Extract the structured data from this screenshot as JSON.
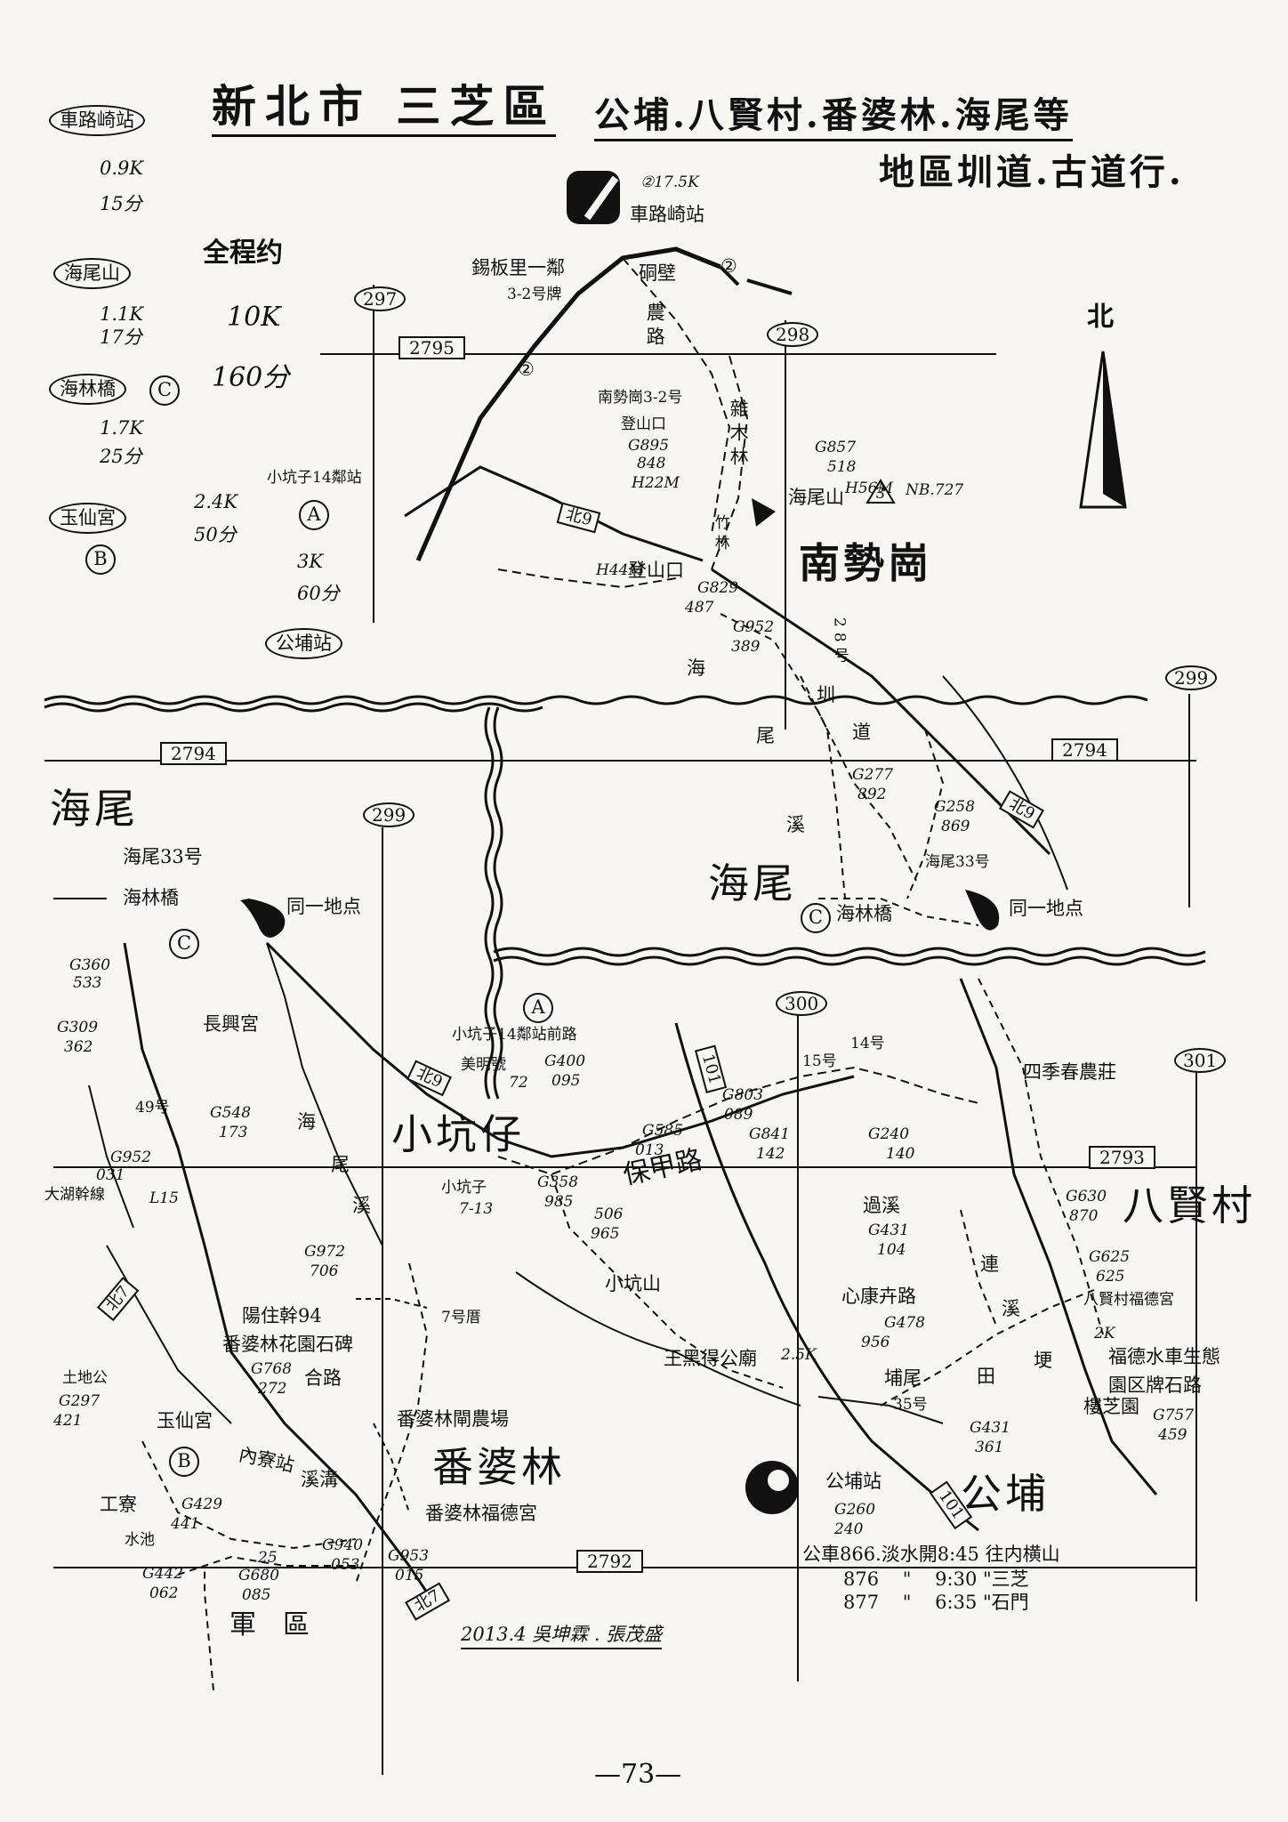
{
  "header": {
    "title": "新北市 三芝區",
    "subtitle_line1": "公埔.八賢村.番婆林.海尾等",
    "subtitle_line2": "地區圳道.古道行."
  },
  "legend": {
    "stop1": "車路崎站",
    "leg1_dist": "0.9K",
    "leg1_time": "15分",
    "stop2": "海尾山",
    "leg2_dist": "1.1K",
    "leg2_time": "17分",
    "stop3": "海林橋",
    "stop3_mark": "C",
    "leg3_dist": "1.7K",
    "leg3_time": "25分",
    "stop4": "玉仙宮",
    "stop4_mark": "B",
    "branch_dist": "2.4K",
    "branch_time": "50分",
    "total_label": "全程约",
    "total_dist": "10K",
    "total_time": "160分",
    "side_stop": "小坑子14鄰站",
    "side_mark": "A",
    "side_dist": "3K",
    "side_time": "60分",
    "side_end": "公埔站",
    "north": "北"
  },
  "grid": {
    "g297": "297",
    "g298": "298",
    "g299a": "299",
    "g299b": "299",
    "g300": "300",
    "g301": "301",
    "r2795": "2795",
    "r2794a": "2794",
    "r2794b": "2794",
    "r2793": "2793",
    "r2792": "2792"
  },
  "inset": {
    "bus_label": "②17.5K",
    "stop_name": "車路崎站",
    "route_no": "②",
    "route_no2": "②",
    "xiban": "錫板里一鄰",
    "xiban_plate": "3-2号牌",
    "dike": "硐壁",
    "farm_road": "農路",
    "trailhead1": "南勢崗3-2号",
    "trailhead1b": "登山口",
    "g895": "G895",
    "g848": "848",
    "h22": "H22M",
    "mixed_forest": "雜木林",
    "g857": "G857",
    "g518": "518",
    "haiwei_shan": "海尾山",
    "h56": "H56M",
    "tri": "3",
    "nb727": "NB.727",
    "bamboo": "竹林",
    "h44": "H44M",
    "trailhead2": "登山口",
    "g829": "G829",
    "g487": "487",
    "g952": "G952",
    "g389": "389",
    "no28": "28号",
    "area_name": "南勢崗",
    "canal1": "海",
    "canal2": "尾",
    "canal3": "圳",
    "canal4": "道",
    "canal5": "溪",
    "g277": "G277",
    "g892": "892",
    "g258": "G258",
    "g869": "869",
    "haiwei33": "海尾33号",
    "river_name": "海尾",
    "bridge_mark": "C",
    "bridge": "海林橋",
    "same_spot": "同一地点",
    "bei9": "北9",
    "bei9b": "北9"
  },
  "main": {
    "region_haiwei": "海尾",
    "haiwei33": "海尾33号",
    "bridge": "海林橋",
    "bridge_mark": "C",
    "same_spot": "同一地点",
    "g360": "G360",
    "g533": "533",
    "g309": "G309",
    "g362": "362",
    "temple1": "長興宮",
    "no49": "49号",
    "g548": "G548",
    "g173": "173",
    "g952": "G952",
    "g031": "031",
    "dahu": "大湖幹線",
    "dahu2": "L15",
    "bei7": "北7",
    "bei7b": "北7",
    "river1": "海",
    "river2": "尾",
    "river3": "溪",
    "village": "小坑仔",
    "stop_mark": "A",
    "stop14": "小坑子14鄰站前路",
    "meiming": "美明號",
    "meiming2": "72",
    "g400": "G400",
    "g095": "095",
    "bei9": "北9",
    "xk713": "小坑子",
    "xk713b": "7-13",
    "g358": "G358",
    "g985": "985",
    "g506": "506",
    "g965": "965",
    "g585": "G585",
    "g013": "013",
    "baojia": "保甲路",
    "xiaokeng_shan": "小坑山",
    "g972": "G972",
    "g706": "706",
    "no7": "7号厝",
    "yangzhu": "陽住幹94",
    "fanpo_garden": "番婆林花園石碑",
    "g768": "G768",
    "g272": "272",
    "hepath": "合路",
    "turnoff": "番婆林閘農場",
    "area_fanpolin": "番婆林",
    "fude": "番婆林福德宮",
    "tudi": "土地公",
    "g297": "G297",
    "g421": "421",
    "yuxian": "玉仙宮",
    "yuxian_mark": "B",
    "neipo": "內寮站",
    "creek": "溪溝",
    "gongliao": "工寮",
    "shuichi": "水池",
    "g429": "G429",
    "g441": "441",
    "no25": "25",
    "g442": "G442",
    "g062": "062",
    "g680": "G680",
    "g085": "085",
    "g940": "G940",
    "g053": "053",
    "g953": "G953",
    "g015": "015",
    "military": "軍區",
    "wangmei": "王黑得公廟",
    "k25": "2.5K",
    "r101": "101",
    "r101b": "101",
    "no15": "15号",
    "no14": "14号",
    "g803": "G803",
    "g089": "089",
    "g841": "G841",
    "g142": "142",
    "g240": "G240",
    "g140": "140",
    "siji": "四季春農莊",
    "guoxi": "過溪",
    "g431a": "G431",
    "g104": "104",
    "xinkang": "心康卉路",
    "g478": "G478",
    "g956": "956",
    "lianxi1": "連",
    "lianxi2": "溪",
    "baxian": "八賢村",
    "g630": "G630",
    "g870": "870",
    "g625": "G625",
    "g625b": "625",
    "baxian_temple": "八賢村福德宮",
    "k2": "2K",
    "fude_water": "福德水車生態",
    "fude_water2": "園区牌石路",
    "g757": "G757",
    "g459": "459",
    "zhiyuan": "樓芝園",
    "buwei": "埔尾",
    "no35": "35号",
    "tian": "田",
    "geng": "埂",
    "g431b": "G431",
    "g361": "361",
    "gongpu_stop": "公埔站",
    "g260": "G260",
    "g240b": "240",
    "area_gongpu": "公埔",
    "bus1": "公車866.淡水開8:45 往内横山",
    "bus2": "876    \"    9:30 \"三芝",
    "bus3": "877    \"    6:35 \"石門",
    "credit": "2013.4   吳坤霖 . 張茂盛"
  },
  "footer": {
    "page_number": "—73—"
  }
}
